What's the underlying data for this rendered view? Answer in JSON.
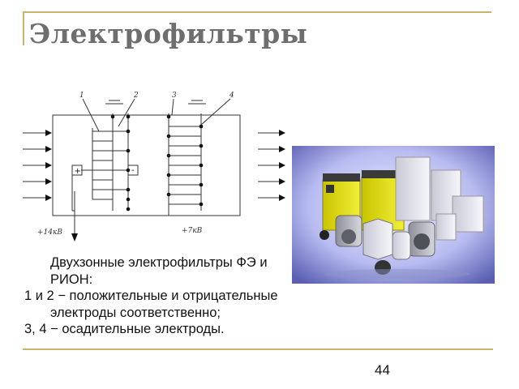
{
  "slide": {
    "title": "Электрофильтры",
    "page_number": "44"
  },
  "diagram": {
    "labels": {
      "electrode_1": "1",
      "electrode_2": "2",
      "electrode_3": "3",
      "electrode_4": "4",
      "plus_sign": "+",
      "minus_sign": "-",
      "voltage_left": "+14кВ",
      "voltage_right": "+7кВ"
    }
  },
  "caption": {
    "line1": "Двухзонные электрофильтры ФЭ и РИОН:",
    "line2": "1 и 2 − положительные и отрицательные электроды соответственно;",
    "line3": "3, 4 − осадительные электроды."
  }
}
